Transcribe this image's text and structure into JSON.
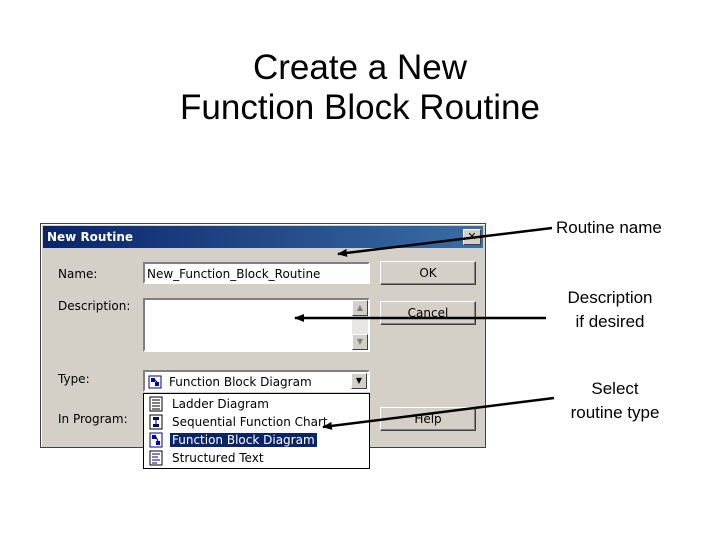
{
  "slide": {
    "title_line1": "Create a New",
    "title_line2": "Function Block Routine"
  },
  "dialog": {
    "title": "New Routine",
    "close_glyph": "✕",
    "name_label": "Name:",
    "name_value": "New_Function_Block_Routine",
    "description_label": "Description:",
    "description_value": "",
    "type_label": "Type:",
    "type_value": "Function Block Diagram",
    "program_label": "In Program:",
    "ok_label": "OK",
    "cancel_label": "Cancel",
    "help_label": "Help",
    "type_options": [
      {
        "label": "Ladder Diagram",
        "icon": "ladder-diagram-icon"
      },
      {
        "label": "Sequential Function Chart",
        "icon": "sfc-icon"
      },
      {
        "label": "Function Block Diagram",
        "icon": "fbd-icon",
        "selected": true
      },
      {
        "label": "Structured Text",
        "icon": "structured-text-icon"
      }
    ]
  },
  "annotations": {
    "routine_name": "Routine name",
    "description_line1": "Description",
    "description_line2": "if desired",
    "type_line1": "Select",
    "type_line2": "routine type"
  },
  "colors": {
    "dialog_face": "#d4d0c8",
    "titlebar": "#0a246a",
    "selection": "#0a246a"
  }
}
